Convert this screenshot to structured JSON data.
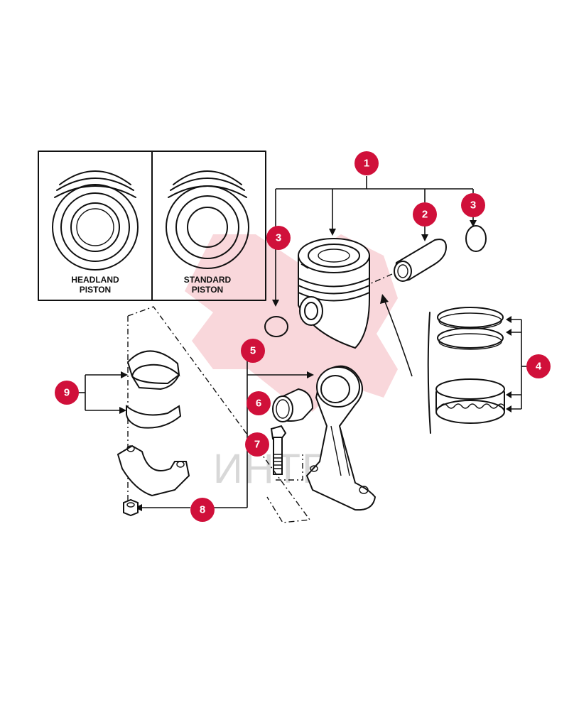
{
  "inset": {
    "left_caption_line1": "HEADLAND",
    "left_caption_line2": "PISTON",
    "right_caption_line1": "STANDARD",
    "right_caption_line2": "PISTON"
  },
  "callouts": {
    "c1": "1",
    "c2": "2",
    "c3a": "3",
    "c3b": "3",
    "c4": "4",
    "c5": "5",
    "c6": "6",
    "c7": "7",
    "c8": "8",
    "c9": "9"
  },
  "watermark": {
    "text": "ИНТЕ"
  },
  "colors": {
    "callout": "#d0103a",
    "ink": "#111111",
    "watermark": "#f4b6be"
  }
}
